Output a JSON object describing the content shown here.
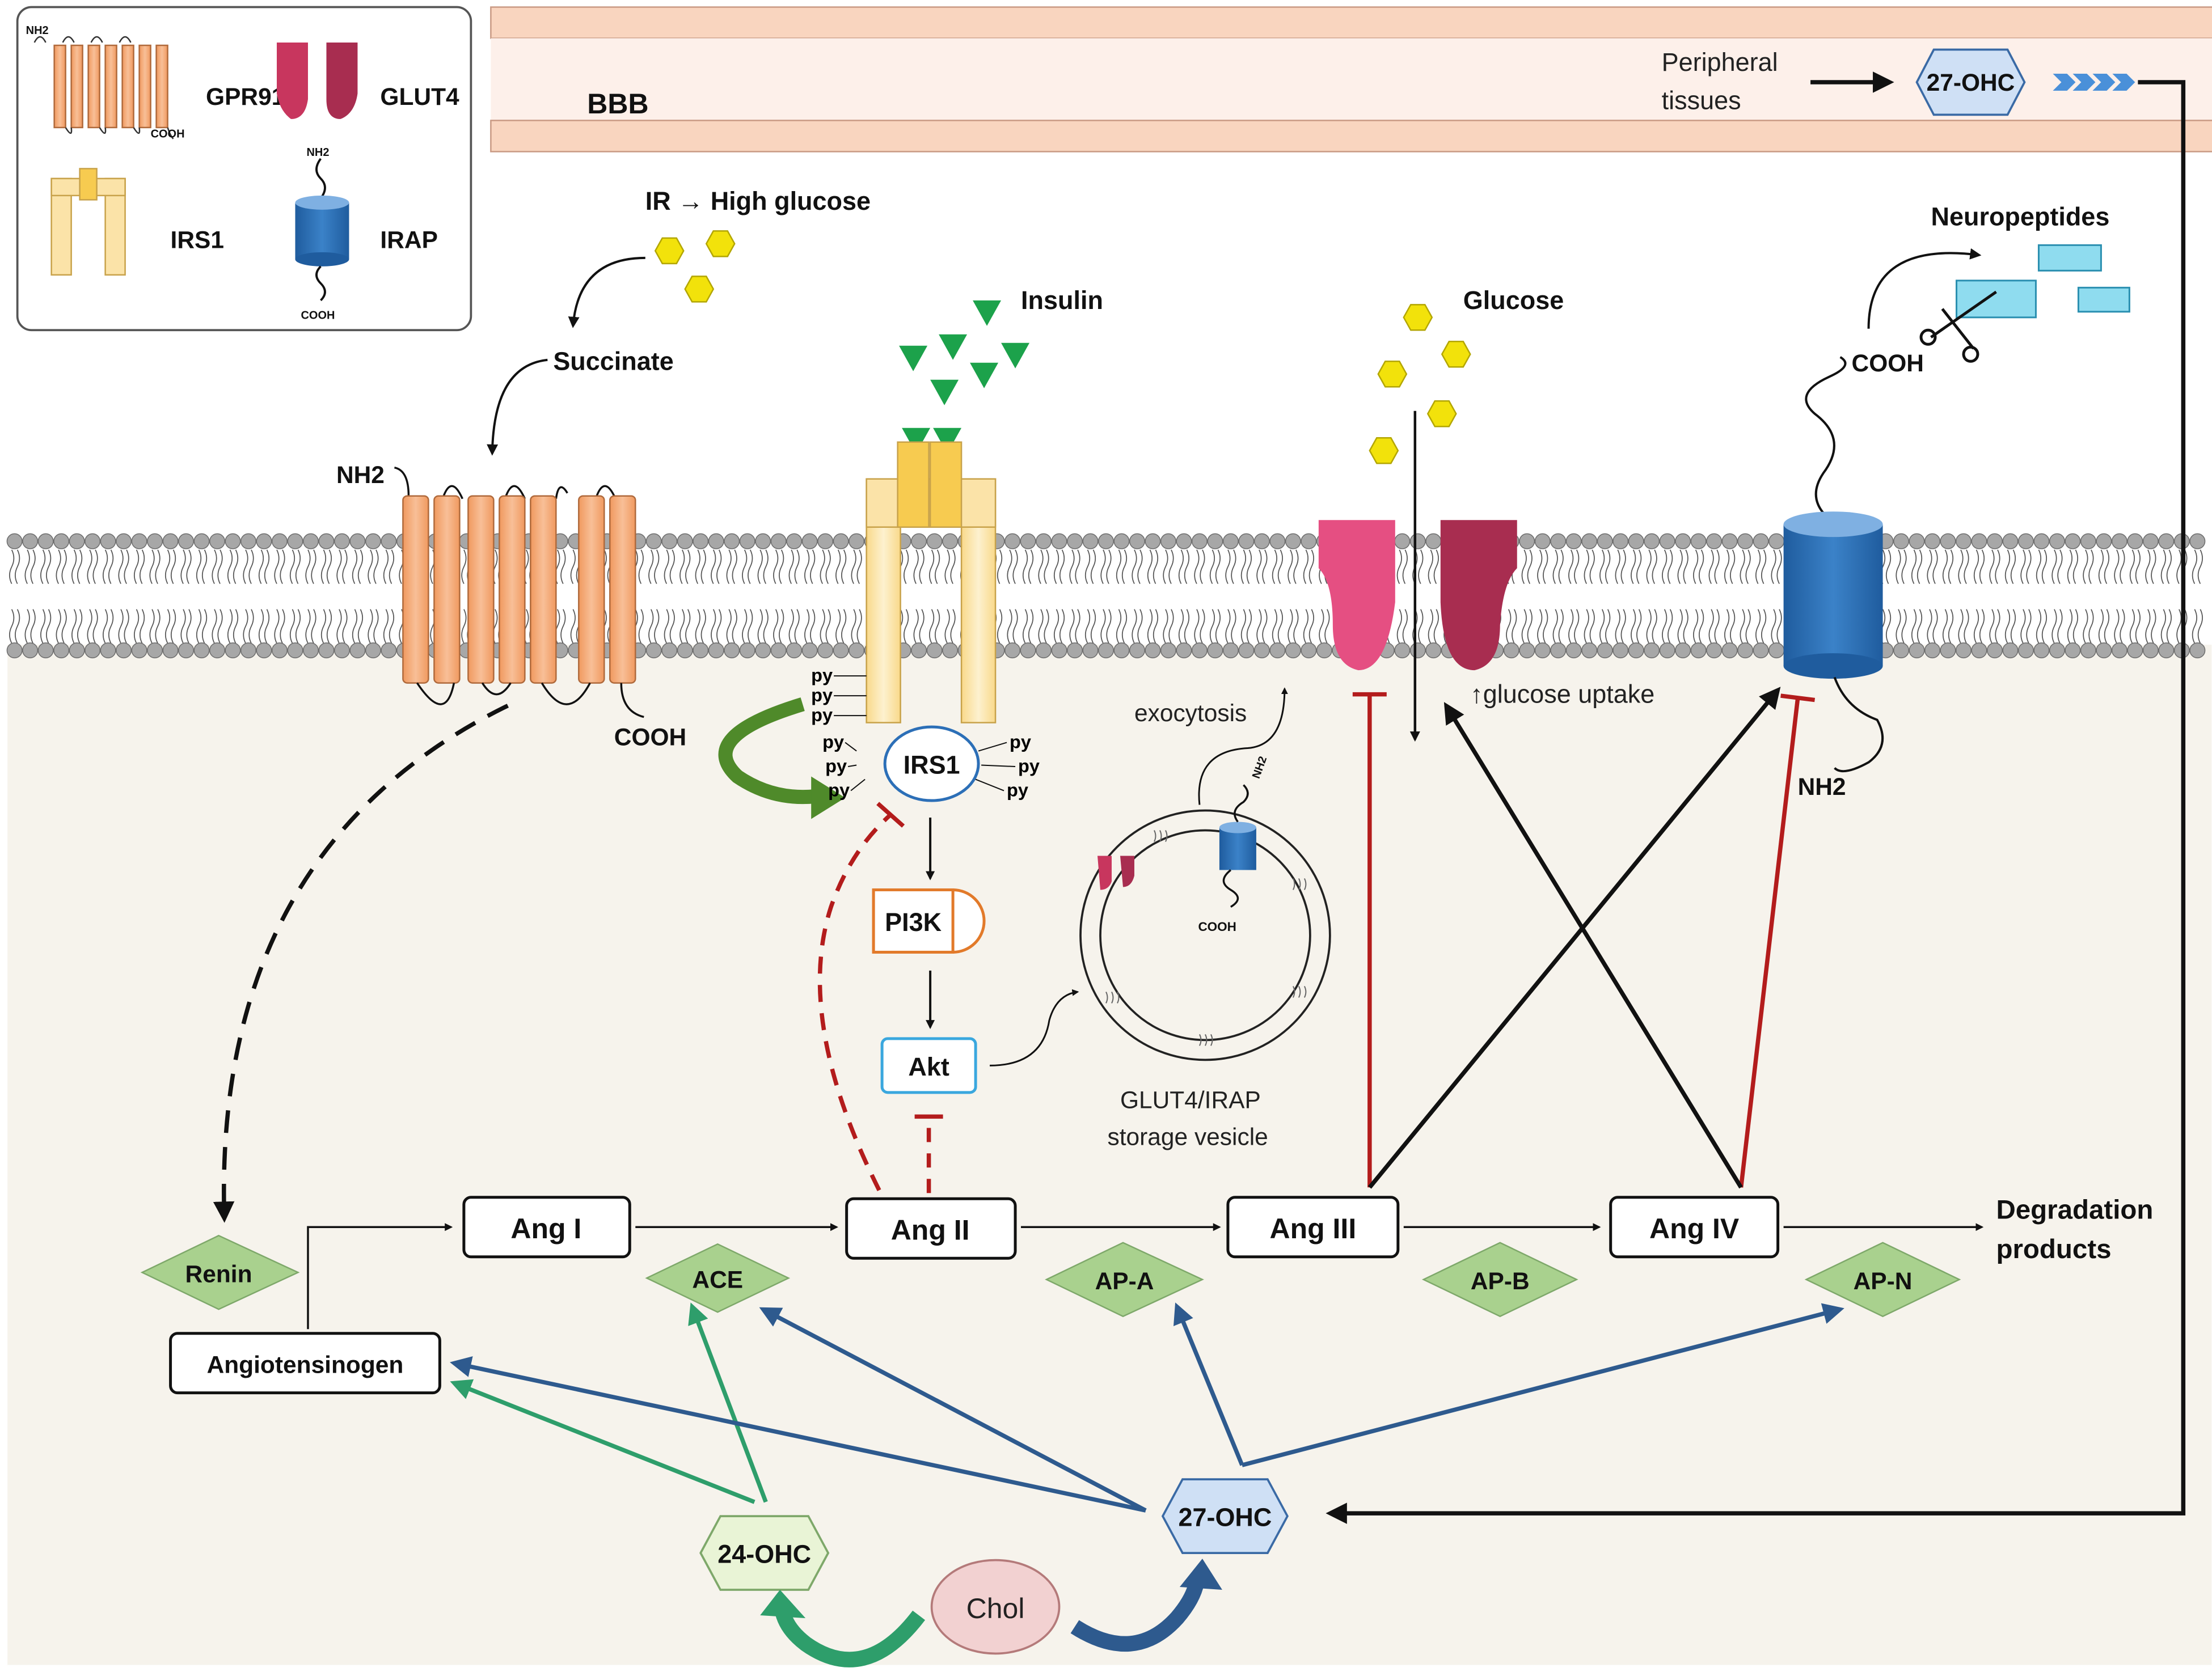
{
  "colors": {
    "cytoplasm": "#f6f3ec",
    "gpr91": "#f5ad7e",
    "gpr91_stroke": "#b06a3c",
    "irs_receptor": "#fbe3a8",
    "irs_receptor_dark": "#f7cb50",
    "glut4": "#c8365e",
    "glut4_light": "#e54f82",
    "irap": "#2c6fb7",
    "irap_top": "#7fb0e2",
    "enzyme": "#a9d18e",
    "hex_blue": "#cfe0f5",
    "hex_green": "#e9f4d6",
    "chol": "#f2d1d1",
    "inhibit_red": "#b31c1c",
    "green_arrow": "#2e9e6b",
    "blue_arrow": "#2e5a8e",
    "insulin": "#1ca24b",
    "glucose": "#f2e20b",
    "bbb_band": "#f9d5bf",
    "bbb_inner": "#fdf0ea",
    "pi3k_orange": "#e27a2a",
    "akt_blue": "#3aa7de",
    "neuropeptide": "#8fdcef"
  },
  "legend": {
    "gpr91": "GPR91",
    "glut4": "GLUT4",
    "irs1": "IRS1",
    "irap": "IRAP",
    "nh2": "NH2",
    "cooh": "COOH"
  },
  "bbb": {
    "label": "BBB",
    "peripheral": [
      "Peripheral",
      "tissues"
    ],
    "hex": "27-OHC"
  },
  "top": {
    "ir_high_glucose": "IR → High glucose",
    "succinate": "Succinate",
    "insulin": "Insulin",
    "glucose": "Glucose",
    "neuropeptides": "Neuropeptides"
  },
  "membrane": {
    "gpr_nh2": "NH2",
    "gpr_cooh": "COOH",
    "irap_cooh": "COOH",
    "irap_nh2": "NH2",
    "vesicle_nh2": "NH2",
    "vesicle_cooh": "COOH",
    "py": "py"
  },
  "signaling": {
    "irs1": "IRS1",
    "pi3k": "PI3K",
    "akt": "Akt",
    "exocytosis": "exocytosis",
    "glucose_uptake": "↑glucose uptake",
    "vesicle_label": [
      "GLUT4/IRAP",
      "storage vesicle"
    ]
  },
  "ras": {
    "ang1": "Ang I",
    "ang2": "Ang II",
    "ang3": "Ang III",
    "ang4": "Ang IV",
    "degradation": [
      "Degradation",
      "products"
    ],
    "angiotensinogen": "Angiotensinogen",
    "renin": "Renin",
    "ace": "ACE",
    "apa": "AP-A",
    "apb": "AP-B",
    "apn": "AP-N"
  },
  "oxysterols": {
    "ohc24": "24-OHC",
    "ohc27": "27-OHC",
    "chol": "Chol"
  }
}
